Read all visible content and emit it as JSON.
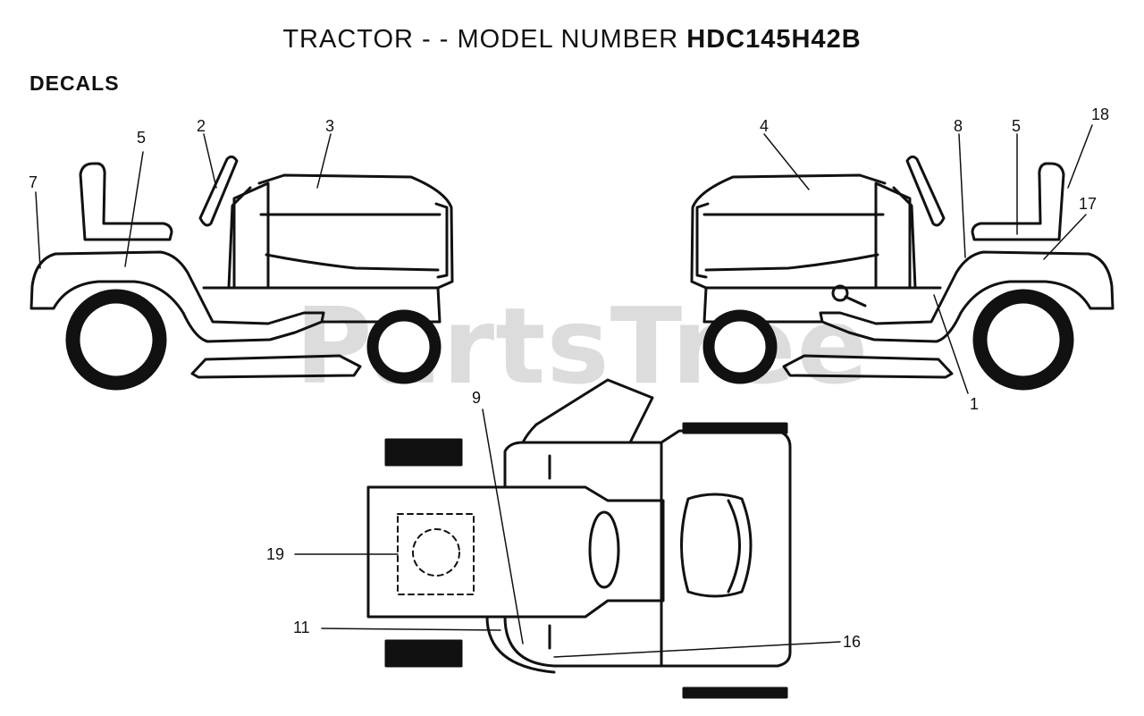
{
  "header": {
    "title_prefix": "TRACTOR - - MODEL NUMBER ",
    "title_model": "HDC145H42B",
    "section": "DECALS"
  },
  "watermark": "PartsTree",
  "callouts": [
    "1",
    "2",
    "3",
    "4",
    "5",
    "5",
    "7",
    "8",
    "9",
    "11",
    "16",
    "17",
    "18",
    "19"
  ]
}
